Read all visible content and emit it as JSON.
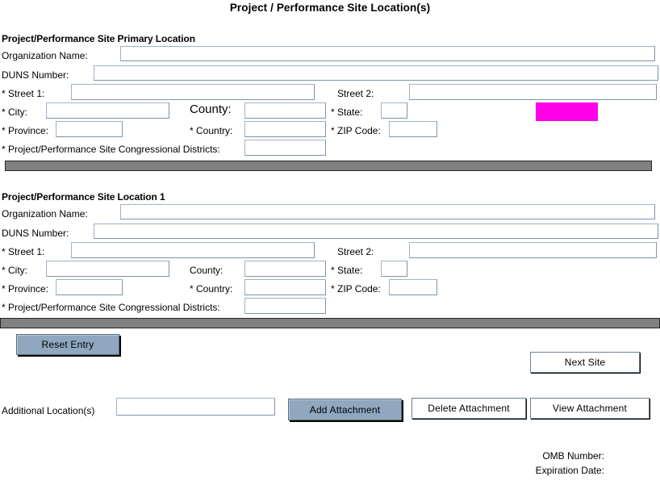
{
  "page": {
    "title": "Project / Performance Site Location(s)"
  },
  "sections": [
    {
      "heading": "Project/Performance Site Primary Location",
      "fields": {
        "organization_name_label": "Organization Name:",
        "organization_name_value": "",
        "duns_number_label": "DUNS Number:",
        "duns_number_value": "",
        "street1_label": "* Street 1:",
        "street1_value": "",
        "street2_label": "Street 2:",
        "street2_value": "",
        "city_label": "* City:",
        "city_value": "",
        "county_label": "County:",
        "county_value": "",
        "state_label": "* State:",
        "state_value": "",
        "province_label": "* Province:",
        "province_value": "",
        "country_label": "* Country:",
        "country_value": "",
        "zip_label": "* ZIP Code:",
        "zip_value": "",
        "districts_label": "* Project/Performance Site Congressional Districts:",
        "districts_value": ""
      }
    },
    {
      "heading": "Project/Performance Site Location 1",
      "fields": {
        "organization_name_label": "Organization Name:",
        "organization_name_value": "",
        "duns_number_label": "DUNS Number:",
        "duns_number_value": "",
        "street1_label": "* Street 1:",
        "street1_value": "",
        "street2_label": "Street 2:",
        "street2_value": "",
        "city_label": "* City:",
        "city_value": "",
        "county_label": "County:",
        "county_value": "",
        "state_label": "* State:",
        "state_value": "",
        "province_label": "* Province:",
        "province_value": "",
        "country_label": "* Country:",
        "country_value": "",
        "zip_label": "* ZIP Code:",
        "zip_value": "",
        "districts_label": "* Project/Performance Site Congressional Districts:",
        "districts_value": ""
      }
    }
  ],
  "actions": {
    "reset_entry": "Reset Entry",
    "next_site": "Next Site",
    "additional_locations_label": "Additional Location(s)",
    "additional_locations_value": "",
    "add_attachment": "Add Attachment",
    "delete_attachment": "Delete Attachment",
    "view_attachment": "View  Attachment"
  },
  "footer": {
    "omb_number_label": "OMB Number:",
    "expiration_date_label": "Expiration Date:"
  },
  "colors": {
    "highlight": "#ff00e8",
    "separator": "#808080",
    "button_primary": "#8fa7bf",
    "input_border": "#8fa3b8"
  }
}
